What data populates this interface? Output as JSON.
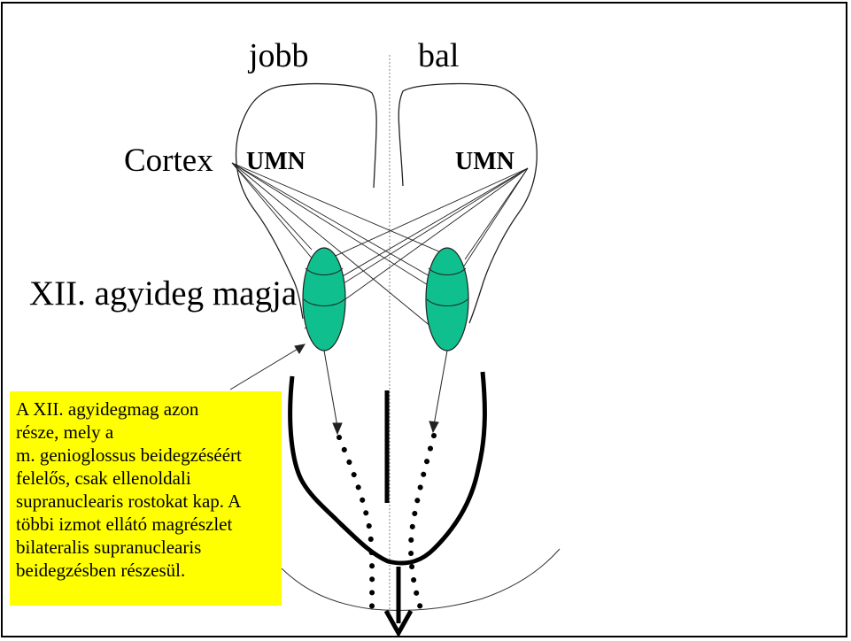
{
  "labels": {
    "right": "jobb",
    "left": "bal",
    "cortex": "Cortex",
    "umn_right": "UMN",
    "umn_left": "UMN",
    "nucleus": "XII. agyideg magja"
  },
  "note": {
    "lines": [
      "A XII. agyidegmag azon",
      "része, mely a",
      "m. genioglossus beidegzéséért",
      "felelős, csak ellenoldali",
      "supranuclearis rostokat kap. A",
      "többi izmot ellátó magrészlet",
      "bilateralis supranuclearis",
      "beidegzésben részesül."
    ]
  },
  "colors": {
    "nucleus_fill": "#0fc08e",
    "note_background": "#ffff00",
    "midline": "#999999"
  }
}
